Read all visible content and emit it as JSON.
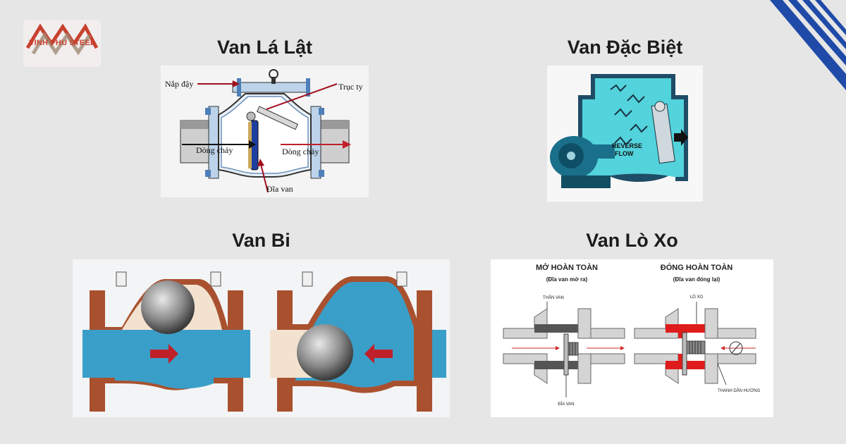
{
  "logo": {
    "text": "VINH PHU STEEL"
  },
  "sections": {
    "swing": {
      "title": "Van Lá Lật",
      "labels": {
        "cover": "Nắp đậy",
        "shaft": "Trục ty",
        "flow_in": "Dòng chảy",
        "flow_out": "Dòng chảy",
        "disc": "Đĩa van"
      }
    },
    "special": {
      "title": "Van Đặc Biệt",
      "labels": {
        "reverse_1": "REVERSE",
        "reverse_2": "FLOW"
      }
    },
    "ball": {
      "title": "Van Bi"
    },
    "spring": {
      "title": "Van Lò Xo",
      "open": {
        "heading": "MỞ HOÀN TOÀN",
        "sub": "(Đĩa van mở ra)"
      },
      "closed": {
        "heading": "ĐÓNG HOÀN TOÀN",
        "sub": "(Đĩa van đóng lại)"
      },
      "labels": {
        "body": "THÂN VAN",
        "disc": "ĐĨA VAN",
        "spring": "LÒ XO",
        "guide": "THANH DẪN HƯỚNG"
      }
    }
  },
  "colors": {
    "accent_blue": "#1f4aa8",
    "steel_blue": "#4aa3c9",
    "flange_brown": "#a9512f",
    "spring_red": "#e01b1b"
  }
}
